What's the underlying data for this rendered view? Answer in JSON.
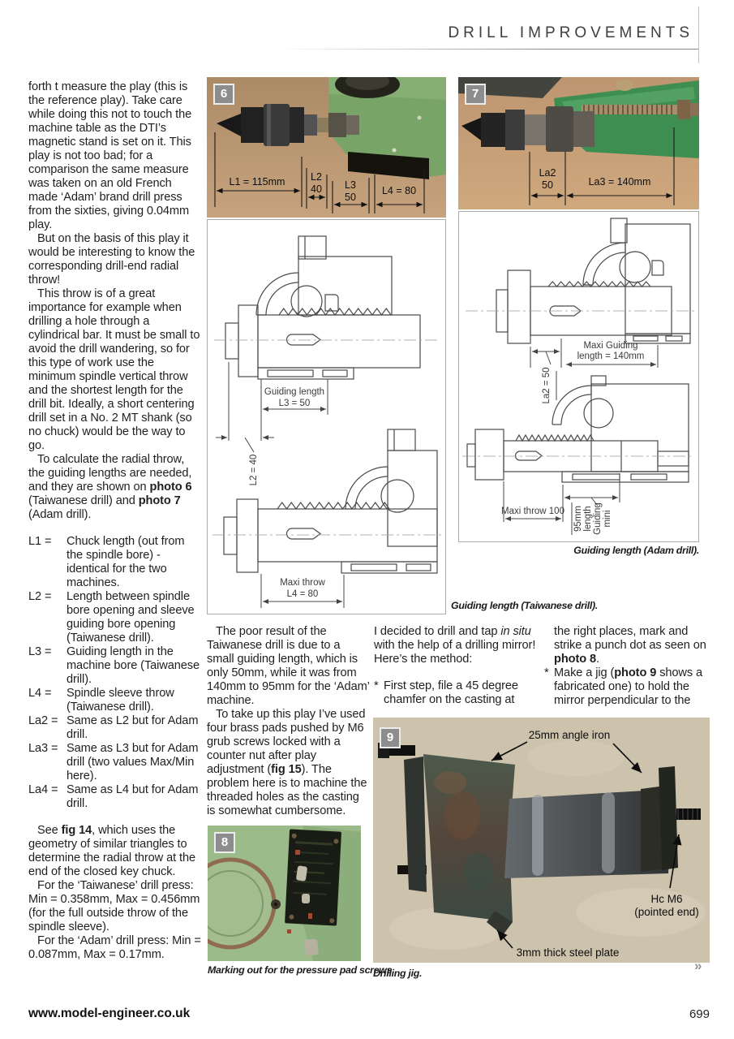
{
  "header": {
    "title": "DRILL IMPROVEMENTS"
  },
  "left_column": {
    "blocks": [
      {
        "t": "p",
        "indent": false,
        "runs": [
          [
            "n",
            "forth t measure the play (this is the reference play). Take care while doing this not to touch the machine table as the DTI’s magnetic stand is set on it. This play is not too bad; for a comparison the same measure was taken on an old French made ‘Adam’ brand drill press from the sixties, giving 0.04mm play."
          ]
        ]
      },
      {
        "t": "p",
        "indent": true,
        "runs": [
          [
            "n",
            "But on the basis of this play it would be interesting to know the corresponding drill-end radial throw!"
          ]
        ]
      },
      {
        "t": "p",
        "indent": true,
        "runs": [
          [
            "n",
            "This throw is of a great importance for example when drilling a hole through a cylindrical bar. It must be small to avoid the drill wandering, so for this type of work use the minimum spindle vertical throw and the shortest length for the drill bit. Ideally, a short centering drill set in a No. 2 MT shank (so no chuck) would be the way to go."
          ]
        ]
      },
      {
        "t": "p",
        "indent": true,
        "runs": [
          [
            "n",
            "To calculate the radial throw, the guiding lengths are needed, and they are shown on "
          ],
          [
            "b",
            "photo 6"
          ],
          [
            "n",
            " (Taiwanese drill) and "
          ],
          [
            "b",
            "photo 7"
          ],
          [
            "n",
            " (Adam drill)."
          ]
        ]
      },
      {
        "t": "gap"
      },
      {
        "t": "def",
        "term": "L1 =",
        "runs": [
          [
            "n",
            "Chuck length (out from the spindle bore) - identical for the two machines."
          ]
        ]
      },
      {
        "t": "def",
        "term": "L2 =",
        "runs": [
          [
            "n",
            "Length between spindle bore opening and sleeve guiding bore opening (Taiwanese drill)."
          ]
        ]
      },
      {
        "t": "def",
        "term": "L3 =",
        "runs": [
          [
            "n",
            "Guiding length in the machine bore (Taiwanese drill)."
          ]
        ]
      },
      {
        "t": "def",
        "term": "L4 =",
        "runs": [
          [
            "n",
            "Spindle sleeve throw (Taiwanese drill)."
          ]
        ]
      },
      {
        "t": "def",
        "term": "La2 =",
        "runs": [
          [
            "n",
            "Same as L2 but for Adam drill."
          ]
        ]
      },
      {
        "t": "def",
        "term": "La3 =",
        "runs": [
          [
            "n",
            "Same as L3 but for Adam drill (two values Max/Min here)."
          ]
        ]
      },
      {
        "t": "def",
        "term": "La4 =",
        "runs": [
          [
            "n",
            "Same as L4 but for Adam drill."
          ]
        ]
      },
      {
        "t": "gap"
      },
      {
        "t": "p",
        "indent": true,
        "runs": [
          [
            "n",
            "See "
          ],
          [
            "b",
            "fig 14"
          ],
          [
            "n",
            ", which uses the geometry of similar triangles to determine the radial throw at the end of the closed key chuck."
          ]
        ]
      },
      {
        "t": "p",
        "indent": true,
        "runs": [
          [
            "n",
            "For the ‘Taiwanese’ drill press: Min = 0.358mm, Max = 0.456mm (for the full outside throw of the spindle sleeve)."
          ]
        ]
      },
      {
        "t": "p",
        "indent": true,
        "runs": [
          [
            "n",
            "For the ‘Adam’ drill press: Min = 0.087mm, Max = 0.17mm."
          ]
        ]
      }
    ]
  },
  "middle_column": {
    "blocks": [
      {
        "t": "p",
        "indent": true,
        "runs": [
          [
            "n",
            "The poor result of the Taiwanese drill is due to a small guiding length, which is only 50mm, while it was from 140mm to 95mm for the ‘Adam’ machine."
          ]
        ]
      },
      {
        "t": "p",
        "indent": true,
        "runs": [
          [
            "n",
            "To take up this play I’ve used four brass pads pushed by M6 grub screws locked with a counter nut after play adjustment ("
          ],
          [
            "b",
            "fig 15"
          ],
          [
            "n",
            "). The problem here is to machine the threaded holes as the casting is somewhat cumbersome."
          ]
        ]
      }
    ]
  },
  "column3": {
    "blocks": [
      {
        "t": "p",
        "indent": false,
        "runs": [
          [
            "n",
            "I decided to drill and tap "
          ],
          [
            "i",
            "in situ"
          ],
          [
            "n",
            " with the help of a drilling mirror! Here’s the method:"
          ]
        ]
      },
      {
        "t": "gap"
      },
      {
        "t": "bullet",
        "runs": [
          [
            "n",
            "First step, file a 45 degree chamfer on the casting at"
          ]
        ]
      }
    ]
  },
  "column4": {
    "blocks": [
      {
        "t": "cont",
        "runs": [
          [
            "n",
            "the right places, mark and strike a punch dot as seen on "
          ],
          [
            "b",
            "photo 8"
          ],
          [
            "n",
            "."
          ]
        ]
      },
      {
        "t": "bullet",
        "runs": [
          [
            "n",
            "Make a jig ("
          ],
          [
            "b",
            "photo 9"
          ],
          [
            "n",
            " shows a fabricated one) to hold the mirror perpendicular to the"
          ]
        ]
      }
    ]
  },
  "photo6": {
    "badge": "6",
    "labels": {
      "l1": "L1 = 115mm",
      "l2_top": "L2",
      "l2_bot": "40",
      "l3_top": "L3",
      "l3_bot": "50",
      "l4": "L4 = 80"
    }
  },
  "photo7": {
    "badge": "7",
    "labels": {
      "la2_top": "La2",
      "la2_bot": "50",
      "la3": "La3 = 140mm"
    }
  },
  "drawing_taiwanese": {
    "caption": "Guiding length (Taiwanese drill).",
    "labels": {
      "guiding_length": "Guiding length",
      "l3": "L3 = 50",
      "l2": "L2 = 40",
      "maxi_throw": "Maxi throw",
      "l4": "L4 = 80"
    }
  },
  "drawing_adam": {
    "caption": "Guiding length (Adam drill).",
    "labels": {
      "maxi_guiding_line1": "Maxi Guiding",
      "maxi_guiding_line2": "length = 140mm",
      "la2": "La2 = 50",
      "maxi_throw": "Maxi throw 100",
      "mini_line1": "mini",
      "mini_line2": "Guiding",
      "mini_line3": "length",
      "mini_line4": "95mm"
    }
  },
  "photo8": {
    "badge": "8",
    "caption": "Marking out for the pressure pad screws."
  },
  "photo9": {
    "badge": "9",
    "labels": {
      "angle_iron": "25mm angle iron",
      "hc_m6_line1": "Hc M6",
      "hc_m6_line2": "(pointed end)",
      "steel_plate": "3mm thick steel plate"
    },
    "caption": "Drilling jig."
  },
  "footer": {
    "website": "www.model-engineer.co.uk",
    "page": "699",
    "more": "»"
  }
}
